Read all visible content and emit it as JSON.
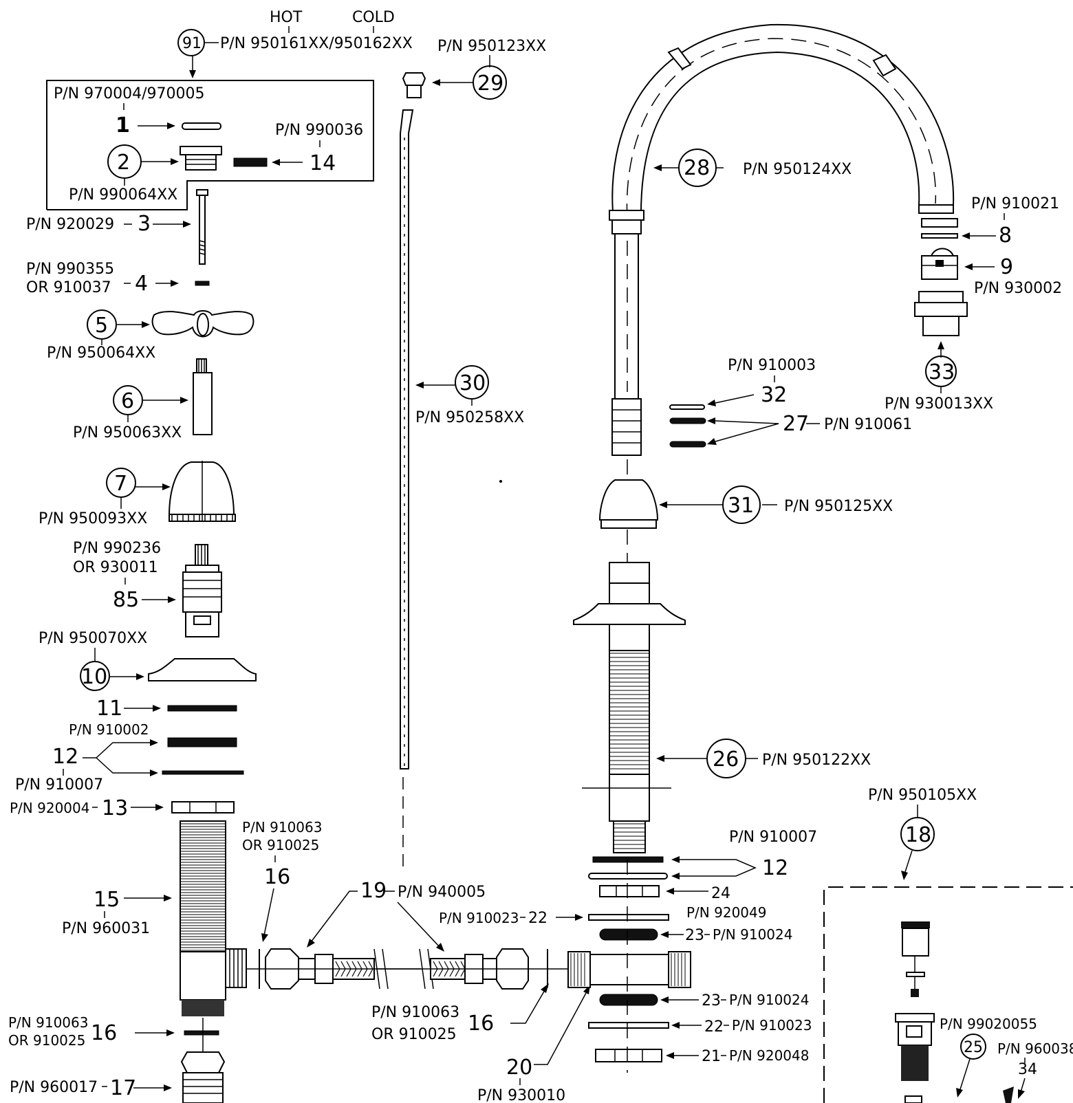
{
  "header": {
    "hot": "HOT",
    "cold": "COLD"
  },
  "callouts": {
    "c91": {
      "num": "91",
      "pn": "P/N 950161XX/950162XX"
    },
    "c1": {
      "num": "1",
      "pn": "P/N 970004/970005"
    },
    "c2": {
      "num": "2",
      "pn": "P/N 990064XX"
    },
    "c14": {
      "num": "14",
      "pn": "P/N 990036"
    },
    "c3": {
      "num": "3",
      "pn": "P/N 920029"
    },
    "c4": {
      "num": "4",
      "pn1": "P/N 990355",
      "pn2": "OR 910037"
    },
    "c5": {
      "num": "5",
      "pn": "P/N 950064XX"
    },
    "c6": {
      "num": "6",
      "pn": "P/N 950063XX"
    },
    "c7": {
      "num": "7",
      "pn": "P/N 950093XX"
    },
    "c85": {
      "num": "85",
      "pn1": "P/N 990236",
      "pn2": "OR 930011"
    },
    "c10": {
      "num": "10",
      "pn": "P/N 950070XX"
    },
    "c11": {
      "num": "11"
    },
    "c12L": {
      "num": "12",
      "pn1": "P/N 910002",
      "pn2": "P/N 910007"
    },
    "c13": {
      "num": "13",
      "pn": "P/N 920004"
    },
    "c15": {
      "num": "15",
      "pn": "P/N 960031"
    },
    "c16a": {
      "num": "16",
      "pn1": "P/N 910063",
      "pn2": "OR 910025"
    },
    "c16b": {
      "num": "16",
      "pn1": "P/N 910063",
      "pn2": "OR 910025"
    },
    "c16c": {
      "num": "16",
      "pn1": "P/N 910063",
      "pn2": "OR 910025"
    },
    "c17": {
      "num": "17",
      "pn": "P/N 960017"
    },
    "c19": {
      "num": "19",
      "pn": "P/N 940005"
    },
    "c20": {
      "num": "20",
      "pn": "P/N 930010"
    },
    "c29": {
      "num": "29",
      "pn": "P/N 950123XX"
    },
    "c30": {
      "num": "30",
      "pn": "P/N 950258XX"
    },
    "c28": {
      "num": "28",
      "pn": "P/N 950124XX"
    },
    "c8": {
      "num": "8",
      "pn": "P/N 910021"
    },
    "c9": {
      "num": "9",
      "pn": "P/N 930002"
    },
    "c33": {
      "num": "33",
      "pn": "P/N 930013XX"
    },
    "c32": {
      "num": "32",
      "pn": "P/N 910003"
    },
    "c27": {
      "num": "27",
      "pn": "P/N 910061"
    },
    "c31": {
      "num": "31",
      "pn": "P/N 950125XX"
    },
    "c26": {
      "num": "26",
      "pn": "P/N 950122XX"
    },
    "c18": {
      "num": "18",
      "pn": "P/N 950105XX"
    },
    "c12R": {
      "num": "12",
      "pn": "P/N 910007"
    },
    "c24": {
      "num": "24",
      "pn": "P/N 920049"
    },
    "c22a": {
      "num": "22",
      "pn": "P/N 910023"
    },
    "c23a": {
      "num": "23",
      "pn": "P/N 910024"
    },
    "c23b": {
      "num": "23",
      "pn": "P/N 910024"
    },
    "c22b": {
      "num": "22",
      "pn": "P/N 910023"
    },
    "c21": {
      "num": "21",
      "pn": "P/N 920048"
    },
    "c25": {
      "num": "25",
      "pn": "P/N 99020055"
    },
    "c34": {
      "num": "34",
      "pn": "P/N 960038"
    }
  }
}
